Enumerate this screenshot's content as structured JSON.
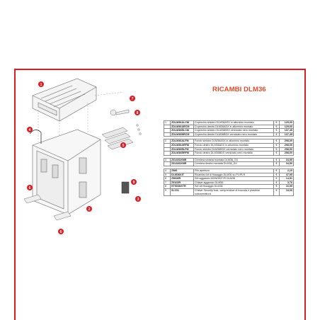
{
  "title": "RICAMBI DLM36",
  "callouts": [
    "1",
    "2",
    "3",
    "4",
    "5",
    "6",
    "7",
    "8",
    "9"
  ],
  "parts": [
    {
      "num": "1",
      "code": "ZDLM36ALCM",
      "desc": "Coperchio sinistro DLM36ASX in alluminio montato",
      "cur": "€",
      "price": "129,00"
    },
    {
      "num": "",
      "code": "ZDLM36ARCM",
      "desc": "Coperchio destro DLM36ADX in alluminio montato",
      "cur": "€",
      "price": "129,00"
    },
    {
      "num": "",
      "code": "ZDLM36BLCM",
      "desc": "Coperchio sinistro DLM36BSX verniciato nero montato",
      "cur": "€",
      "price": "137,45"
    },
    {
      "num": "",
      "code": "ZDLM36BRCM",
      "desc": "Coperchio destro DLM36BDX verniciato nero montato",
      "cur": "€",
      "price": "137,45"
    },
    {
      "num": "2",
      "code": "ZDLM36ALFM",
      "desc": "Fondo sinistro DLM36ASX in alluminio montato",
      "cur": "€",
      "price": "298,00"
    },
    {
      "num": "",
      "code": "ZDLM36ARFM",
      "desc": "Fondo destro DLM36ADX in alluminio montato",
      "cur": "€",
      "price": "298,00"
    },
    {
      "num": "",
      "code": "ZDLM36BLFM",
      "desc": "Fondo sinistro DLM36BSX verniciato nero montato",
      "cur": "€",
      "price": "298,00"
    },
    {
      "num": "",
      "code": "ZDLM36BRFM",
      "desc": "Fondo destro DLM36BDX verniciato nero montato",
      "cur": "€",
      "price": "298,00"
    },
    {
      "num": "3",
      "code": "Z9133DXMR",
      "desc": "Cerniera sinistra montata DLM36_SX",
      "cur": "€",
      "price": "34,50"
    },
    {
      "num": "",
      "code": "Z9133DXMR",
      "desc": "Cerniera destra montata DLM36_DX",
      "cur": "€",
      "price": "34,50"
    },
    {
      "num": "4",
      "code": "Z986",
      "desc": "Filo apertura",
      "cur": "€",
      "price": "2,10"
    },
    {
      "num": "5",
      "code": "DLM36KIT",
      "desc": "Ricambio kit di fissaggio DLM36 su PL/PLR",
      "cur": "€",
      "price": "47,95"
    },
    {
      "num": "6",
      "code": "Z9608R",
      "desc": "Set aggancio MONOKEY® DLM36",
      "cur": "€",
      "price": "14,51"
    },
    {
      "num": "7",
      "code": "Z9103R",
      "desc": "Chiave aggancio DLM36",
      "cur": "€",
      "price": "3,76"
    },
    {
      "num": "8",
      "code": "ST9036GTR",
      "desc": "Set viti fissaggio DLM36",
      "cur": "€",
      "price": "16,99"
    },
    {
      "num": "9",
      "code": "SL101",
      "desc": "Chiave Security lock, comprensiva di boccola e piastrine sottoserratura",
      "cur": "€",
      "price": "18,00"
    }
  ],
  "colors": {
    "accent": "#d81f26",
    "title": "#e24a2a"
  }
}
